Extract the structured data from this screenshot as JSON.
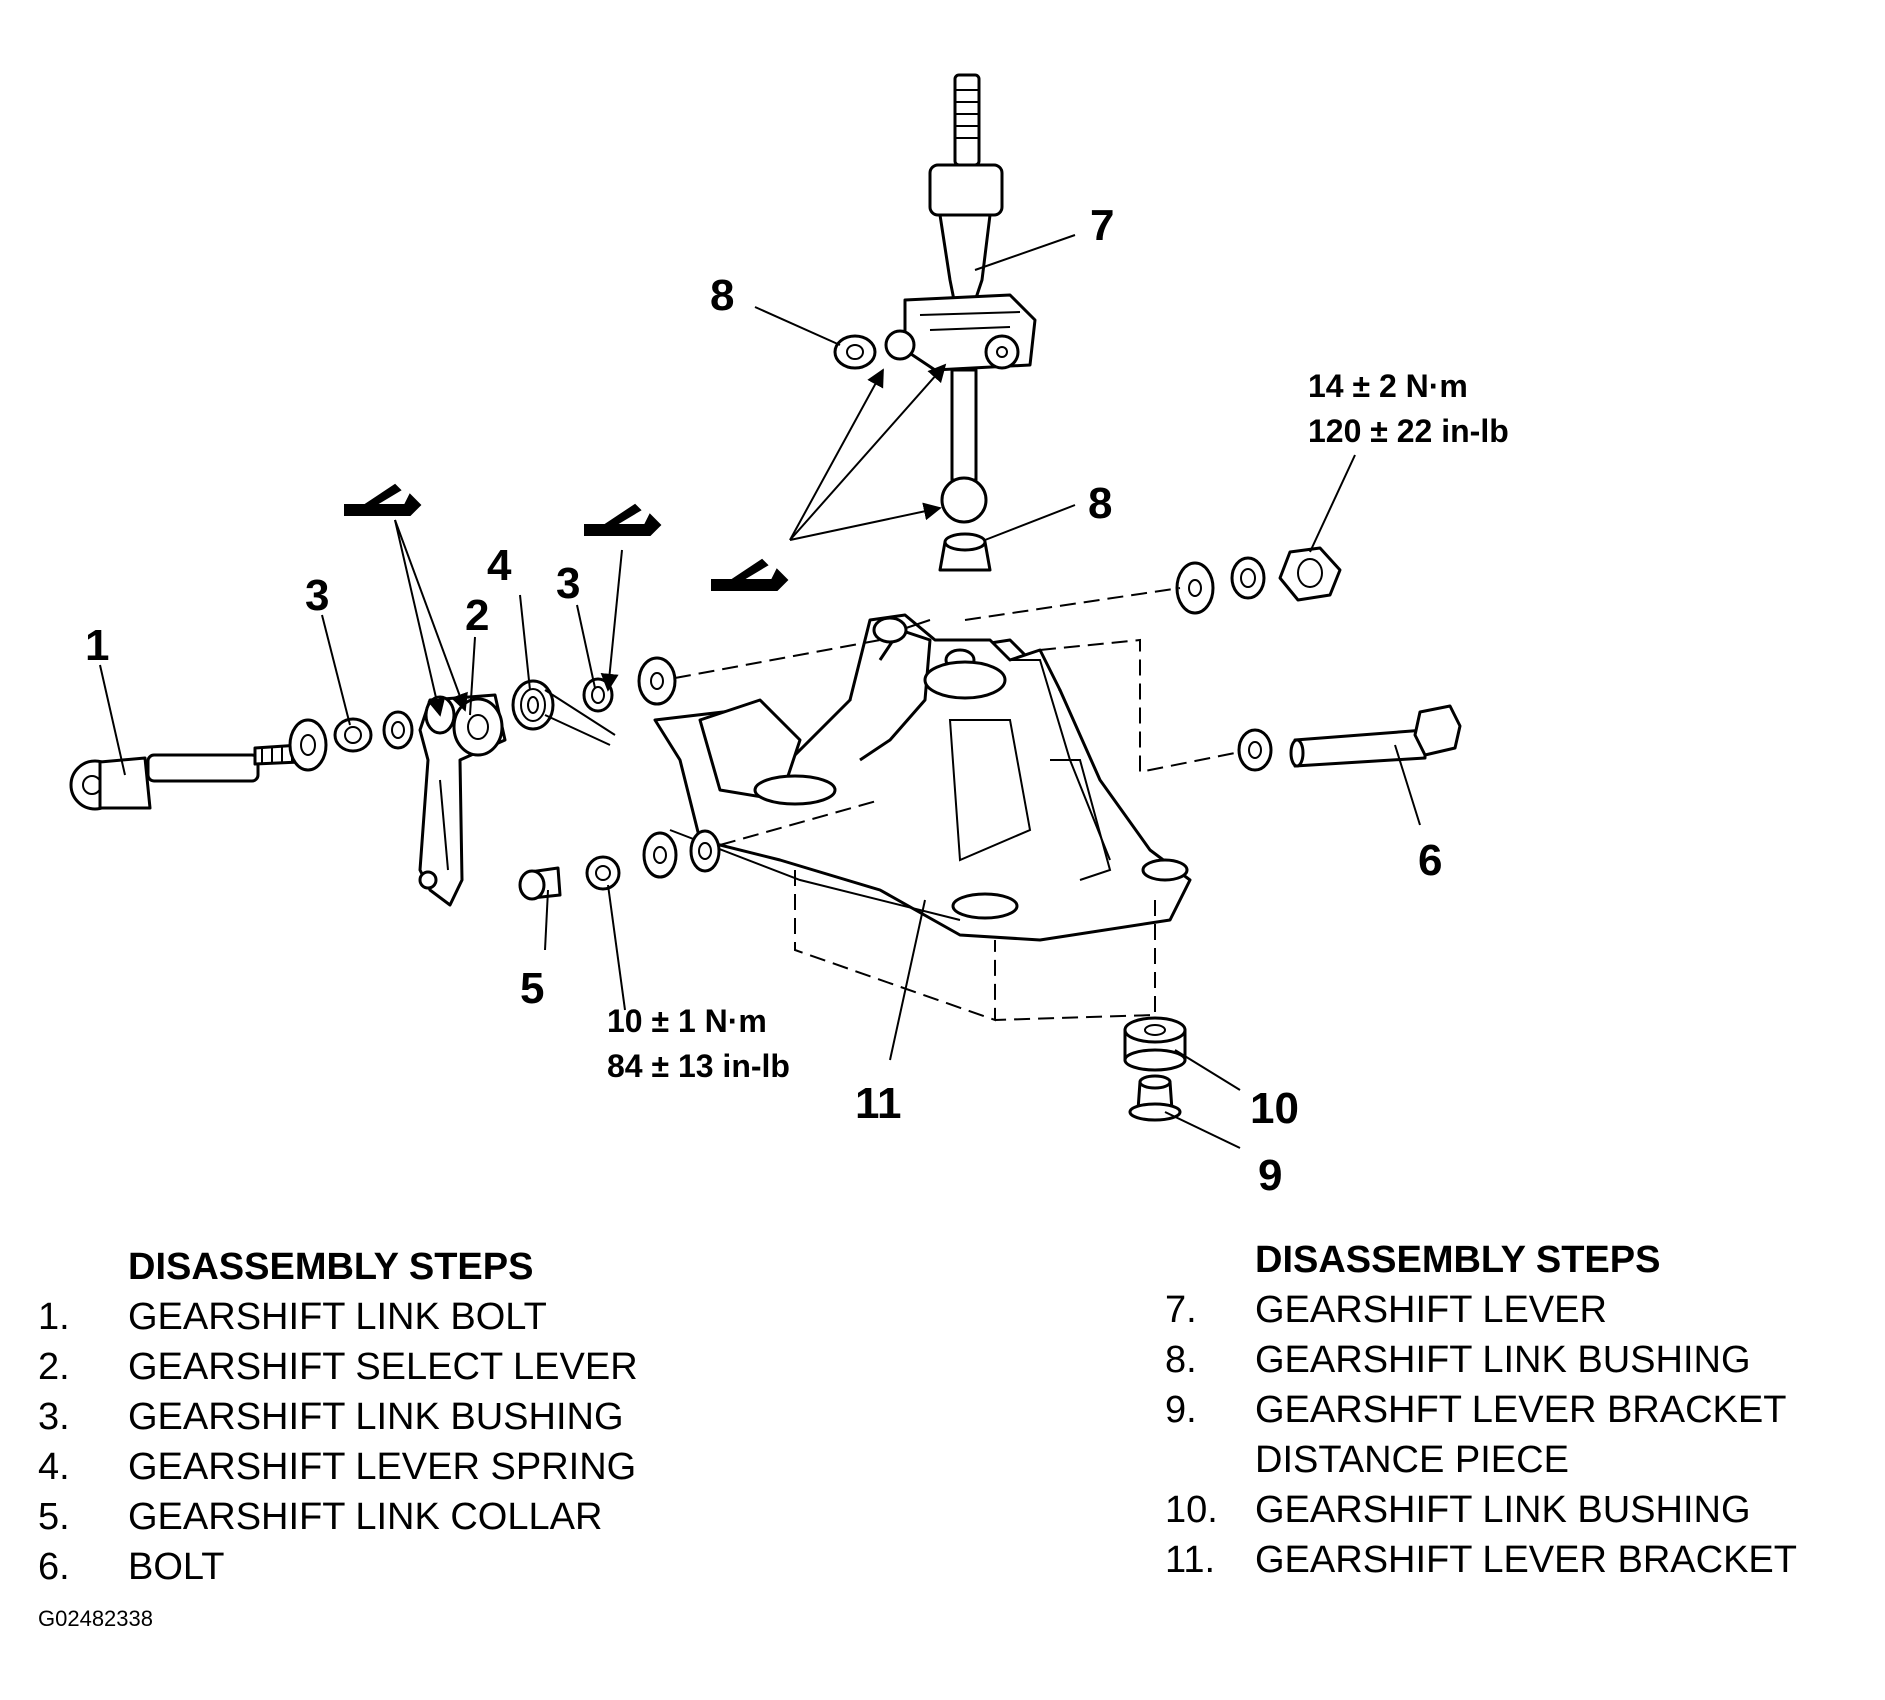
{
  "callouts": {
    "c1": "1",
    "c2": "2",
    "c3a": "3",
    "c3b": "3",
    "c4": "4",
    "c5": "5",
    "c6": "6",
    "c7": "7",
    "c8a": "8",
    "c8b": "8",
    "c9": "9",
    "c10": "10",
    "c11": "11"
  },
  "torque": {
    "top_nm": "14 ± 2 N·m",
    "top_inlb": "120 ± 22 in-lb",
    "bottom_nm": "10 ± 1 N·m",
    "bottom_inlb": "84 ± 13 in-lb"
  },
  "steps_left": {
    "heading": "DISASSEMBLY STEPS",
    "items": [
      {
        "num": "1.",
        "text": "GEARSHIFT LINK BOLT"
      },
      {
        "num": "2.",
        "text": "GEARSHIFT SELECT LEVER"
      },
      {
        "num": "3.",
        "text": "GEARSHIFT LINK BUSHING"
      },
      {
        "num": "4.",
        "text": "GEARSHIFT LEVER SPRING"
      },
      {
        "num": "5.",
        "text": "GEARSHIFT LINK COLLAR"
      },
      {
        "num": "6.",
        "text": "BOLT"
      }
    ]
  },
  "steps_right": {
    "heading": "DISASSEMBLY STEPS",
    "items": [
      {
        "num": "7.",
        "text": "GEARSHIFT LEVER"
      },
      {
        "num": "8.",
        "text": "GEARSHIFT LINK BUSHING"
      },
      {
        "num": "9.",
        "text": "GEARSHFT LEVER BRACKET"
      },
      {
        "num": "",
        "text": "DISTANCE PIECE"
      },
      {
        "num": "10.",
        "text": "GEARSHIFT LINK BUSHING"
      },
      {
        "num": "11.",
        "text": "GEARSHIFT LEVER BRACKET"
      }
    ]
  },
  "figure_id": "G02482338"
}
